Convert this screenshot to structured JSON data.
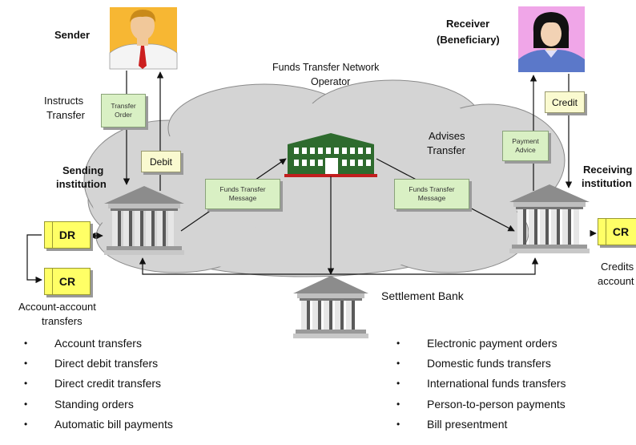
{
  "parties": {
    "sender": "Sender",
    "receiver_line1": "Receiver",
    "receiver_line2": "(Beneficiary)"
  },
  "institutions": {
    "sending_line1": "Sending",
    "sending_line2": "institution",
    "receiving_line1": "Receiving",
    "receiving_line2": "institution",
    "operator_line1": "Funds Transfer Network",
    "operator_line2": "Operator",
    "settlement": "Settlement Bank"
  },
  "flows": {
    "instructs_line1": "Instructs",
    "instructs_line2": "Transfer",
    "advises_line1": "Advises",
    "advises_line2": "Transfer"
  },
  "notes": {
    "transfer_order_line1": "Transfer",
    "transfer_order_line2": "Order",
    "debit": "Debit",
    "credit": "Credit",
    "payment_advice_line1": "Payment",
    "payment_advice_line2": "Advice",
    "ftm_left_line1": "Funds Transfer",
    "ftm_left_line2": "Message",
    "ftm_right_line1": "Funds Transfer",
    "ftm_right_line2": "Message"
  },
  "ledgers": {
    "dr": "DR",
    "cr_left": "CR",
    "cr_right": "CR"
  },
  "captions": {
    "acct_line1": "Account-account",
    "acct_line2": "transfers",
    "credits_line1": "Credits",
    "credits_line2": "account"
  },
  "bullets_left": [
    "Account transfers",
    "Direct debit transfers",
    "Direct credit transfers",
    "Standing orders",
    "Automatic bill payments"
  ],
  "bullets_right": [
    "Electronic payment orders",
    "Domestic funds transfers",
    "International funds transfers",
    "Person-to-person payments",
    "Bill presentment"
  ],
  "colors": {
    "cloud": "#d4d4d4",
    "note_green": "#d9f0c4",
    "tag_yellow": "#fafad0",
    "ledger_yellow": "#ffff66",
    "operator_green": "#2e6b2e",
    "sender_bg": "#f7b733",
    "receiver_bg": "#f0a6e8"
  }
}
